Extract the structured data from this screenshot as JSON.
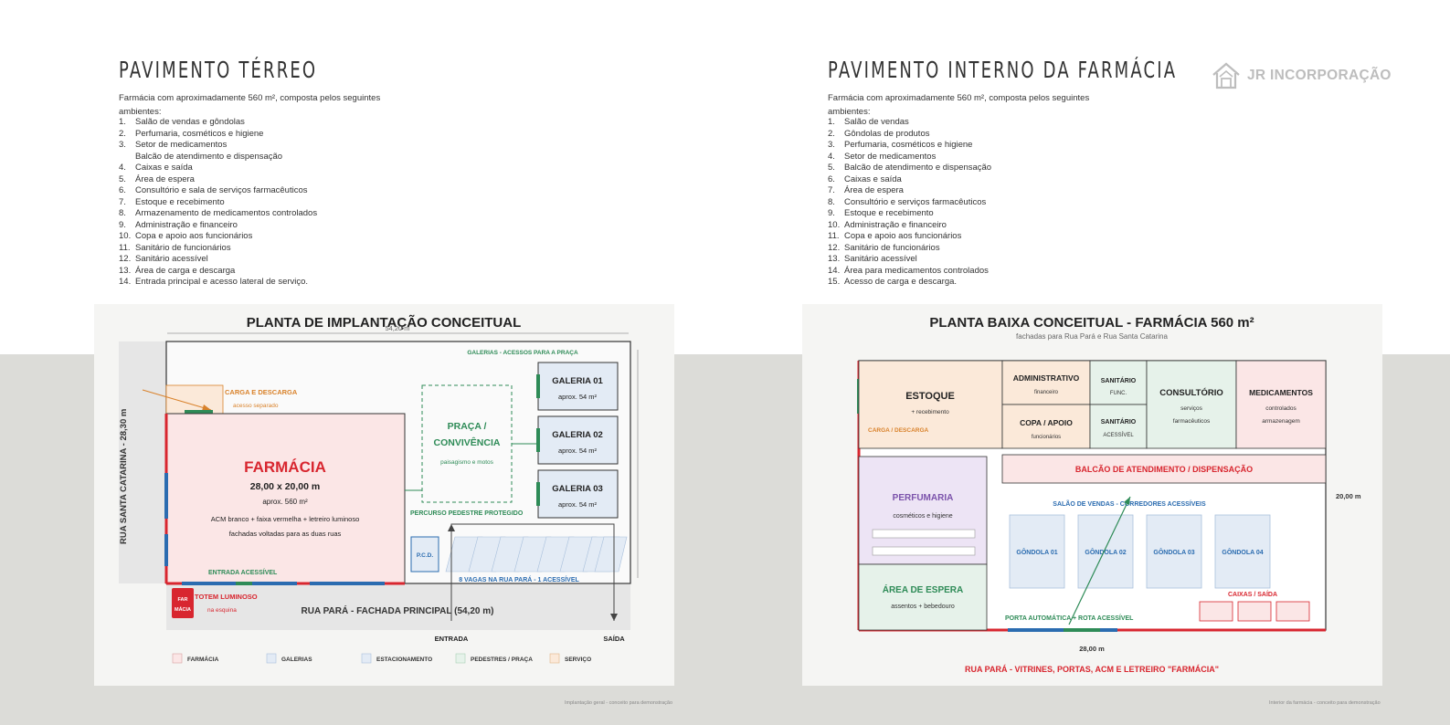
{
  "left": {
    "heading": "PAVIMENTO TÉRREO",
    "intro": "Farmácia com aproximadamente 560 m², composta pelos seguintes ambientes:",
    "items": [
      {
        "num": "1.",
        "text": "Salão de vendas e gôndolas"
      },
      {
        "num": "2.",
        "text": "Perfumaria, cosméticos e higiene"
      },
      {
        "num": "3.",
        "text": "Setor de medicamentos"
      },
      {
        "num": "",
        "text": "Balcão de atendimento e dispensação"
      },
      {
        "num": "4.",
        "text": "Caixas e saída"
      },
      {
        "num": "5.",
        "text": "Área de espera"
      },
      {
        "num": "6.",
        "text": "Consultório e sala de serviços farmacêuticos"
      },
      {
        "num": "7.",
        "text": "Estoque e recebimento"
      },
      {
        "num": "8.",
        "text": "Armazenamento de medicamentos controlados"
      },
      {
        "num": "9.",
        "text": "Administração e financeiro"
      },
      {
        "num": "10.",
        "text": "Copa e apoio aos funcionários"
      },
      {
        "num": "11.",
        "text": "Sanitário de funcionários"
      },
      {
        "num": "12.",
        "text": "Sanitário acessível"
      },
      {
        "num": "13.",
        "text": "Área de carga e descarga"
      },
      {
        "num": "14.",
        "text": "Entrada principal e acesso lateral de serviço."
      }
    ],
    "plan": {
      "title": "PLANTA DE IMPLANTAÇÃO CONCEITUAL",
      "top_dim": "54,20 m",
      "side_street": "RUA SANTA CATARINA - 28,30 m",
      "galerias_label": "GALERIAS - ACESSOS PARA A PRAÇA",
      "carga": "CARGA E DESCARGA",
      "carga_sub": "acesso separado",
      "farmacia": "FARMÁCIA",
      "farmacia_dim": "28,00 x 20,00 m",
      "farmacia_area": "aprox. 560 m²",
      "farmacia_desc1": "ACM branco + faixa vermelha + letreiro luminoso",
      "farmacia_desc2": "fachadas voltadas para as duas ruas",
      "praca1": "PRAÇA /",
      "praca2": "CONVIVÊNCIA",
      "praca_sub": "paisagismo e motos",
      "galeria1": "GALERIA 01",
      "galeria2": "GALERIA 02",
      "galeria3": "GALERIA 03",
      "galeria_area": "aprox. 54 m²",
      "percurso": "PERCURSO PEDESTRE PROTEGIDO",
      "pcd": "P.C.D.",
      "vagas": "8 VAGAS NA RUA PARÁ - 1 ACESSÍVEL",
      "entrada_acessivel": "ENTRADA ACESSÍVEL",
      "totem_icon1": "FAR",
      "totem_icon2": "MÁCIA",
      "totem": "TOTEM LUMINOSO",
      "totem_sub": "na esquina",
      "rua": "RUA PARÁ - FACHADA PRINCIPAL (54,20 m)",
      "entrada": "ENTRADA",
      "saida": "SAÍDA",
      "legend": [
        "FARMÁCIA",
        "GALERIAS",
        "ESTACIONAMENTO",
        "PEDESTRES / PRAÇA",
        "SERVIÇO"
      ]
    },
    "caption": "Implantação geral - conceito para demonstração"
  },
  "right": {
    "heading": "PAVIMENTO INTERNO DA FARMÁCIA",
    "logo": "JR INCORPORAÇÃO",
    "intro": "Farmácia com aproximadamente 560 m², composta pelos seguintes ambientes:",
    "items": [
      {
        "num": "1.",
        "text": "Salão de vendas"
      },
      {
        "num": "2.",
        "text": "Gôndolas de produtos"
      },
      {
        "num": "3.",
        "text": "Perfumaria, cosméticos e higiene"
      },
      {
        "num": "4.",
        "text": "Setor de medicamentos"
      },
      {
        "num": "5.",
        "text": "Balcão de atendimento e dispensação"
      },
      {
        "num": "6.",
        "text": "Caixas e saída"
      },
      {
        "num": "7.",
        "text": "Área de espera"
      },
      {
        "num": "8.",
        "text": "Consultório e serviços farmacêuticos"
      },
      {
        "num": "9.",
        "text": "Estoque e recebimento"
      },
      {
        "num": "10.",
        "text": "Administração e financeiro"
      },
      {
        "num": "11.",
        "text": "Copa e apoio aos funcionários"
      },
      {
        "num": "12.",
        "text": "Sanitário de funcionários"
      },
      {
        "num": "13.",
        "text": "Sanitário acessível"
      },
      {
        "num": "14.",
        "text": "Área para medicamentos controlados"
      },
      {
        "num": "15.",
        "text": "Acesso de carga e descarga."
      }
    ],
    "plan": {
      "title": "PLANTA BAIXA CONCEITUAL - FARMÁCIA 560 m²",
      "subtitle": "fachadas para Rua Pará e Rua Santa Catarina",
      "estoque": "ESTOQUE",
      "estoque_sub": "+ recebimento",
      "carga": "CARGA / DESCARGA",
      "adm": "ADMINISTRATIVO",
      "adm_sub": "financeiro",
      "copa": "COPA / APOIO",
      "copa_sub": "funcionários",
      "san1": "SANITÁRIO",
      "san1_sub": "FUNC.",
      "san2": "SANITÁRIO",
      "san2_sub": "ACESSÍVEL",
      "consultorio": "CONSULTÓRIO",
      "consultorio_sub1": "serviços",
      "consultorio_sub2": "farmacêuticos",
      "medicamentos": "MEDICAMENTOS",
      "med_sub1": "controlados",
      "med_sub2": "armazenagem",
      "balcao": "BALCÃO DE ATENDIMENTO / DISPENSAÇÃO",
      "perfumaria": "PERFUMARIA",
      "perfumaria_sub": "cosméticos e higiene",
      "salao": "SALÃO DE VENDAS - CORREDORES ACESSÍVEIS",
      "gondolas": [
        "GÔNDOLA 01",
        "GÔNDOLA 02",
        "GÔNDOLA 03",
        "GÔNDOLA 04"
      ],
      "espera": "ÁREA DE ESPERA",
      "espera_sub": "assentos + bebedouro",
      "caixas": "CAIXAS / SAÍDA",
      "porta": "PORTA AUTOMÁTICA + ROTA ACESSÍVEL",
      "dim_side": "20,00 m",
      "dim_bottom": "28,00 m",
      "rua": "RUA PARÁ - VITRINES, PORTAS, ACM E LETREIRO \"FARMÁCIA\""
    },
    "caption": "Interior da farmácia - conceito para demonstração"
  },
  "colors": {
    "red": "#d8262f",
    "blue": "#2b6cb0",
    "green": "#2e8b57",
    "orange": "#d9822b",
    "purple": "#7b52ab"
  }
}
